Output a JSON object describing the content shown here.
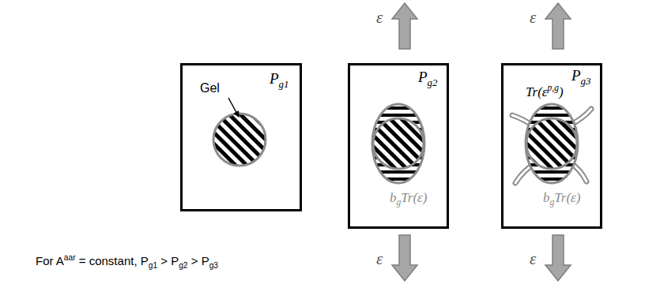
{
  "diagram": {
    "nodes": [
      {
        "text": [
          "Pg1",
          "Gel"
        ]
      },
      {
        "text": [
          "Pg2",
          "bgTr(ε)"
        ]
      },
      {
        "text": [
          "Pg3",
          "Tr(εp,g)",
          "bgTr(ε)"
        ]
      }
    ],
    "labels": [
      "ε⃗",
      "ε⃗",
      "ε⃗",
      "ε⃗",
      "For Aaar = constant, Pg1 > Pg2 > Pg3"
    ]
  }
}
